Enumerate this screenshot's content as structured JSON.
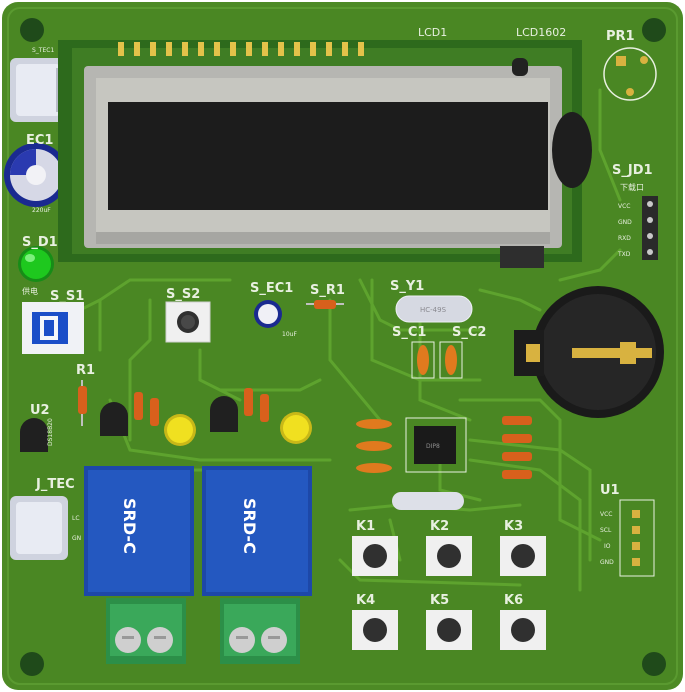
{
  "board": {
    "colors": {
      "pcb": "#4d8a25",
      "pcb_dark": "#3e7520",
      "trace": "#5fa030",
      "silk": "#e8f0e0",
      "pad": "#d8b240",
      "relay": "#2458c0",
      "led_green": "#1ec81e",
      "led_yellow": "#f0e020",
      "terminal": "#3aa85a"
    }
  },
  "labels": {
    "lcd1": "LCD1",
    "lcd1602": "LCD1602",
    "pr1": "PR1",
    "s_tec1": "S_TEC1",
    "ec1": "EC1",
    "ec1_value": "220uF",
    "s_d1": "S_D1",
    "s_s1": "S_S1",
    "s_s1_note": "供电",
    "s_s2": "S_S2",
    "s_ec1": "S_EC1",
    "s_ec1_value": "10uF",
    "s_r1": "S_R1",
    "s_y1": "S_Y1",
    "crystal_text": "HC-49S",
    "s_c1": "S_C1",
    "s_c2": "S_C2",
    "s_jd1": "S_JD1",
    "download": "下载口",
    "pins": [
      "VCC",
      "GND",
      "RXD",
      "TXD"
    ],
    "r1": "R1",
    "u2": "U2",
    "u2_part": "DS18B20",
    "j_tec": "J_TEC",
    "j_tec_pins": [
      "LC",
      "GN"
    ],
    "relay1": "SRD-C",
    "relay2": "SRD-C",
    "u1": "U1",
    "u1_pins": [
      "VCC",
      "SCL",
      "IO",
      "GND"
    ],
    "keys": [
      "K1",
      "K2",
      "K3",
      "K4",
      "K5",
      "K6"
    ],
    "dip8": "DIP8"
  }
}
